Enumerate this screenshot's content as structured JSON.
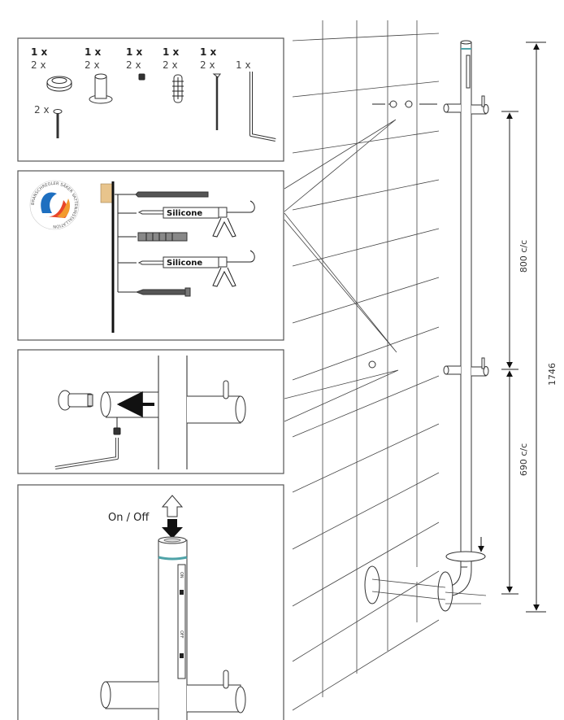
{
  "parts_panel": {
    "items": [
      {
        "set_qty": "1 x",
        "pack_qty": "2 x",
        "part": "cover-cup"
      },
      {
        "set_qty": "1 x",
        "pack_qty": "2 x",
        "part": "wall-bracket"
      },
      {
        "set_qty": "1 x",
        "pack_qty": "2 x",
        "part": "set-screw"
      },
      {
        "set_qty": "1 x",
        "pack_qty": "2 x",
        "part": "wall-plug"
      },
      {
        "set_qty": "1 x",
        "pack_qty": "2 x",
        "part": "long-screw"
      }
    ],
    "small_screw_qty": "2 x",
    "hex_key_qty": "1 x"
  },
  "tools_panel": {
    "logo_text": "BRANSCHREGLER SÄKER VATTENINSTALLATION",
    "silicone_label_1": "Silicone",
    "silicone_label_2": "Silicone"
  },
  "switch_panel": {
    "on_off_label": "On / Off",
    "sticker_on": "ON",
    "sticker_off": "OFF"
  },
  "dimensions": {
    "upper_spacing": "800 c/c",
    "lower_spacing": "690 c/c",
    "total_height": "1746"
  },
  "colors": {
    "ring": "#4fa3a8",
    "logo_blue": "#1e6fc0",
    "logo_red": "#e8452a",
    "wood": "#e8c48c"
  }
}
